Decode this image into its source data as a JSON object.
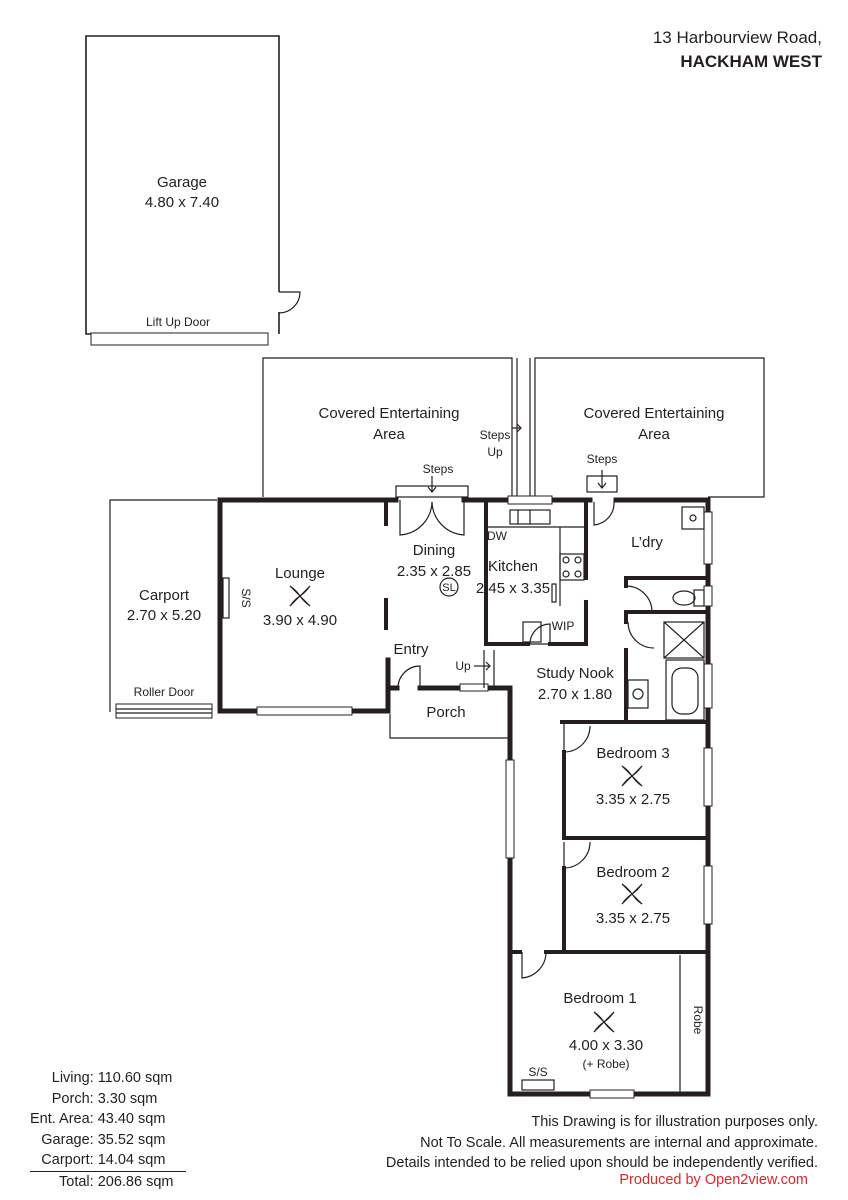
{
  "address": {
    "street": "13 Harbourview Road,",
    "suburb": "HACKHAM WEST"
  },
  "rooms": {
    "garage": {
      "name": "Garage",
      "size": "4.80 x 7.40"
    },
    "lift_up_door": "Lift Up Door",
    "covered_left": {
      "line1": "Covered Entertaining",
      "line2": "Area"
    },
    "covered_right": {
      "line1": "Covered Entertaining",
      "line2": "Area"
    },
    "steps_left": "Steps",
    "steps_up": {
      "line1": "Steps",
      "line2": "Up"
    },
    "steps_right": "Steps",
    "carport": {
      "name": "Carport",
      "size": "2.70 x 5.20"
    },
    "roller_door": "Roller Door",
    "ss_carport": "S/S",
    "lounge": {
      "name": "Lounge",
      "size": "3.90 x 4.90"
    },
    "dining": {
      "name": "Dining",
      "size": "2.35 x 2.85"
    },
    "sl": "SL",
    "dw": "DW",
    "kitchen": {
      "name": "Kitchen",
      "size": "2.45 x 3.35"
    },
    "wip": "WIP",
    "laundry": {
      "name": "L’dry"
    },
    "entry": {
      "name": "Entry"
    },
    "up": "Up",
    "porch": {
      "name": "Porch"
    },
    "study": {
      "name": "Study Nook",
      "size": "2.70 x 1.80"
    },
    "bed3": {
      "name": "Bedroom 3",
      "size": "3.35 x 2.75"
    },
    "bed2": {
      "name": "Bedroom 2",
      "size": "3.35 x 2.75"
    },
    "bed1": {
      "name": "Bedroom 1",
      "size": "4.00 x 3.30",
      "note": "(+ Robe)"
    },
    "robe": "Robe",
    "ss_bed1": "S/S"
  },
  "areas": [
    {
      "label": "Living:",
      "value": "110.60 sqm"
    },
    {
      "label": "Porch:",
      "value": "3.30 sqm"
    },
    {
      "label": "Ent. Area:",
      "value": "43.40 sqm"
    },
    {
      "label": "Garage:",
      "value": "35.52 sqm"
    },
    {
      "label": "Carport:",
      "value": "14.04 sqm"
    },
    {
      "label": "Total:",
      "value": "206.86 sqm"
    }
  ],
  "disclaimer": [
    "This Drawing is for illustration purposes only.",
    "Not To Scale. All measurements are internal and approximate.",
    "Details intended to be relied upon should be independently verified."
  ],
  "credit": "Produced by Open2view.com"
}
